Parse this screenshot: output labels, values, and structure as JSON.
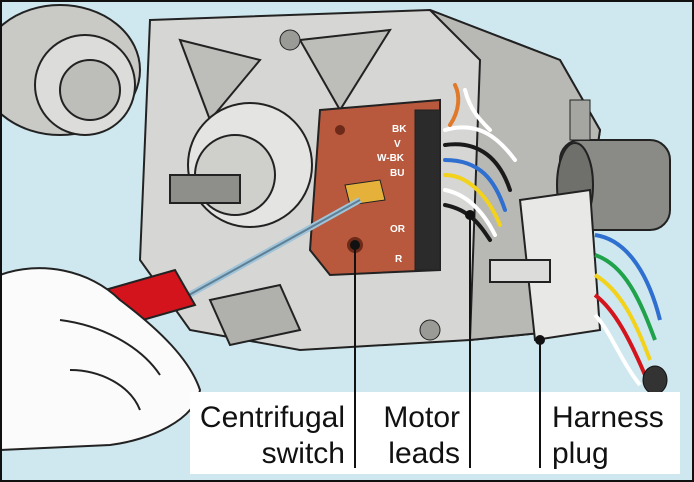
{
  "callouts": [
    {
      "line1": "Centrifugal",
      "line2": "switch"
    },
    {
      "line1": "Motor",
      "line2": "leads"
    },
    {
      "line1": "Harness",
      "line2": "plug"
    }
  ],
  "terminal_labels": [
    "BK",
    "V",
    "W-BK",
    "BU",
    "OR",
    "R"
  ],
  "colors": {
    "background": "#cfe8ef",
    "motor_body": "#d6d6d4",
    "switch_body": "#b8593e",
    "screwdriver_handle": "#d3141c",
    "frame_border": "#111111"
  },
  "icons": [
    "motor-illustration",
    "screwdriver-icon",
    "hand-illustration",
    "harness-plug-icon"
  ]
}
